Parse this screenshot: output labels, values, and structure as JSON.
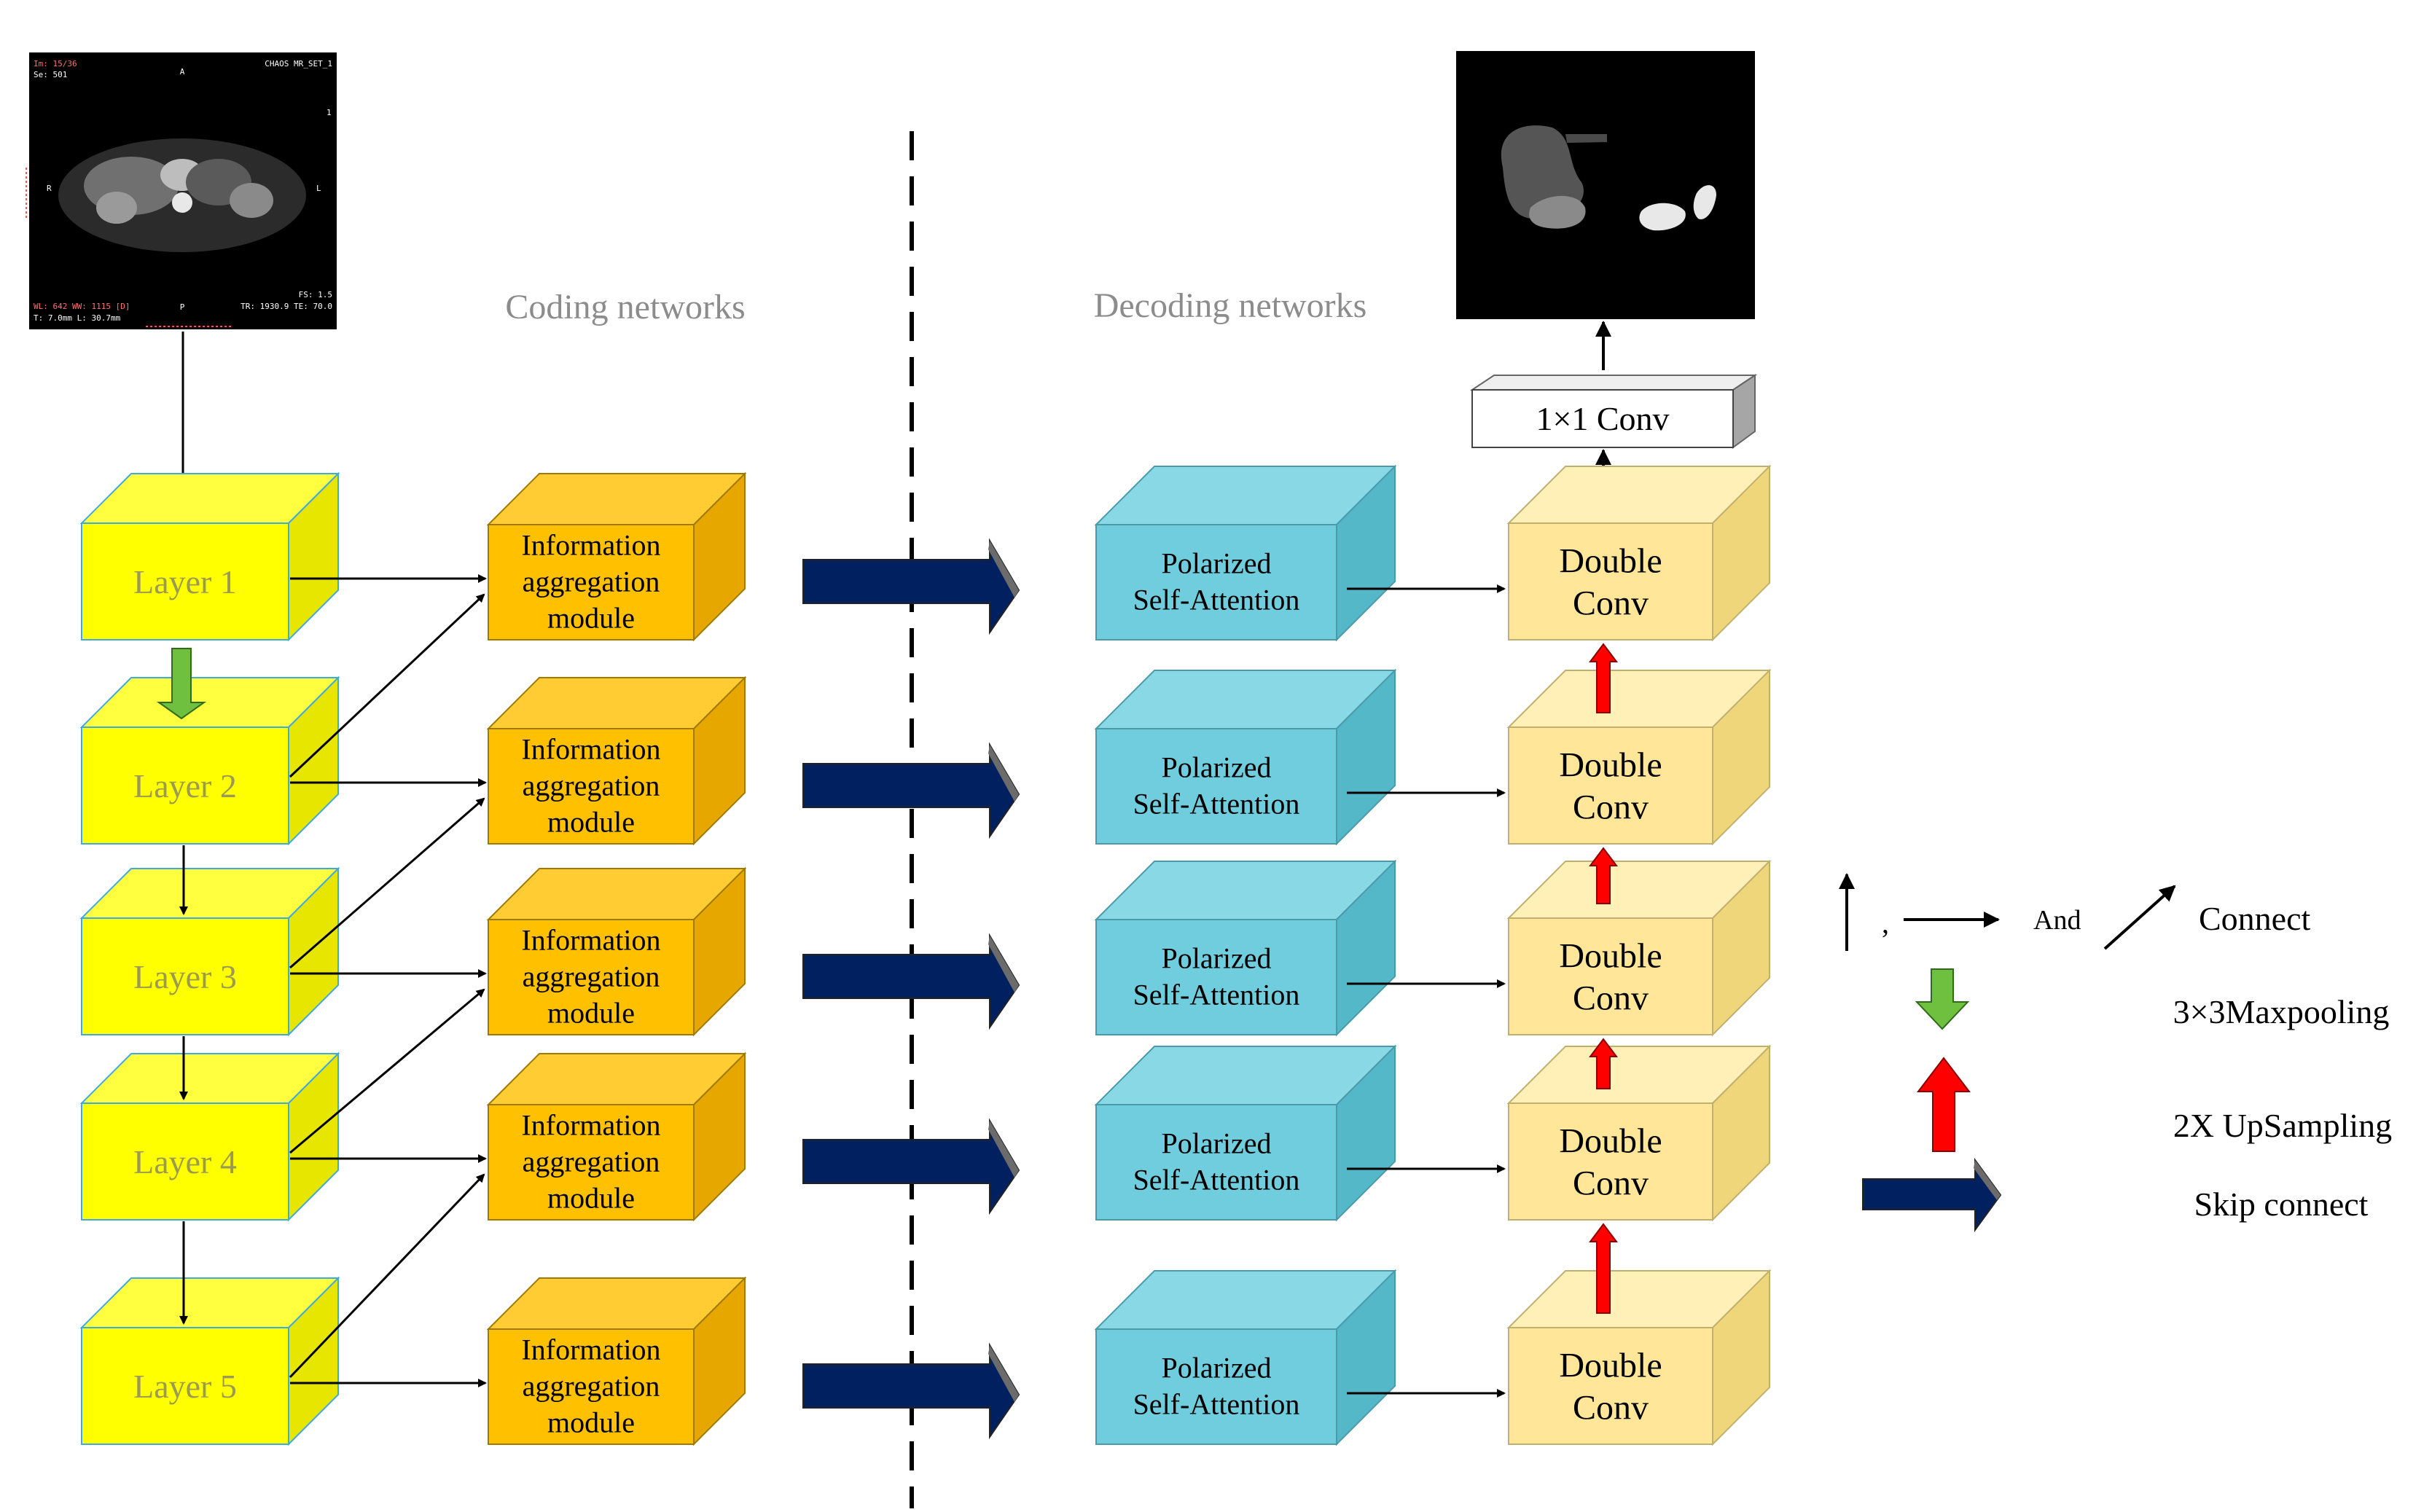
{
  "sections": {
    "coding": "Coding networks",
    "decoding": "Decoding networks"
  },
  "encoder_layers": [
    "Layer 1",
    "Layer 2",
    "Layer 3",
    "Layer 4",
    "Layer 5"
  ],
  "iam_modules": [
    [
      "Information",
      "aggregation",
      "module"
    ],
    [
      "Information",
      "aggregation",
      "module"
    ],
    [
      "Information",
      "aggregation",
      "module"
    ],
    [
      "Information",
      "aggregation",
      "module"
    ],
    [
      "Information",
      "aggregation",
      "module"
    ]
  ],
  "psa_modules": [
    [
      "Polarized",
      "Self-Attention"
    ],
    [
      "Polarized",
      "Self-Attention"
    ],
    [
      "Polarized",
      "Self-Attention"
    ],
    [
      "Polarized",
      "Self-Attention"
    ],
    [
      "Polarized",
      "Self-Attention"
    ]
  ],
  "double_conv": [
    [
      "Double",
      "Conv"
    ],
    [
      "Double",
      "Conv"
    ],
    [
      "Double",
      "Conv"
    ],
    [
      "Double",
      "Conv"
    ],
    [
      "Double",
      "Conv"
    ]
  ],
  "conv1x1": "1×1 Conv",
  "mri_overlay": {
    "top_left_1": "Im: 15/36",
    "top_left_2": "Se: 501",
    "top_right": "CHAOS MR_SET_1",
    "top_center": "A",
    "right_mark": "1",
    "left_mid": "R",
    "right_mid": "L",
    "bottom_center": "P",
    "bottom_right_1": "FS: 1.5",
    "bottom_right_2": "TR: 1930.9 TE: 70.0",
    "bottom_left_1": "WL: 642 WW: 1115 [D]",
    "bottom_left_2": "T: 7.0mm L: 30.7mm"
  },
  "legend": {
    "comma": ",",
    "and": "And",
    "connect": "Connect",
    "maxpool": "3×3Maxpooling",
    "upsample": "2X UpSampling",
    "skip": "Skip connect"
  },
  "colors": {
    "layer_fill": "#ffff00",
    "layer_edge": "#3fa9e0",
    "iam_fill": "#ffc000",
    "psa_fill": "#70cddd",
    "dconv_fill": "#ffe699",
    "skip_arrow": "#002060",
    "up_arrow": "#ff0000",
    "down_arrow": "#70c040"
  }
}
